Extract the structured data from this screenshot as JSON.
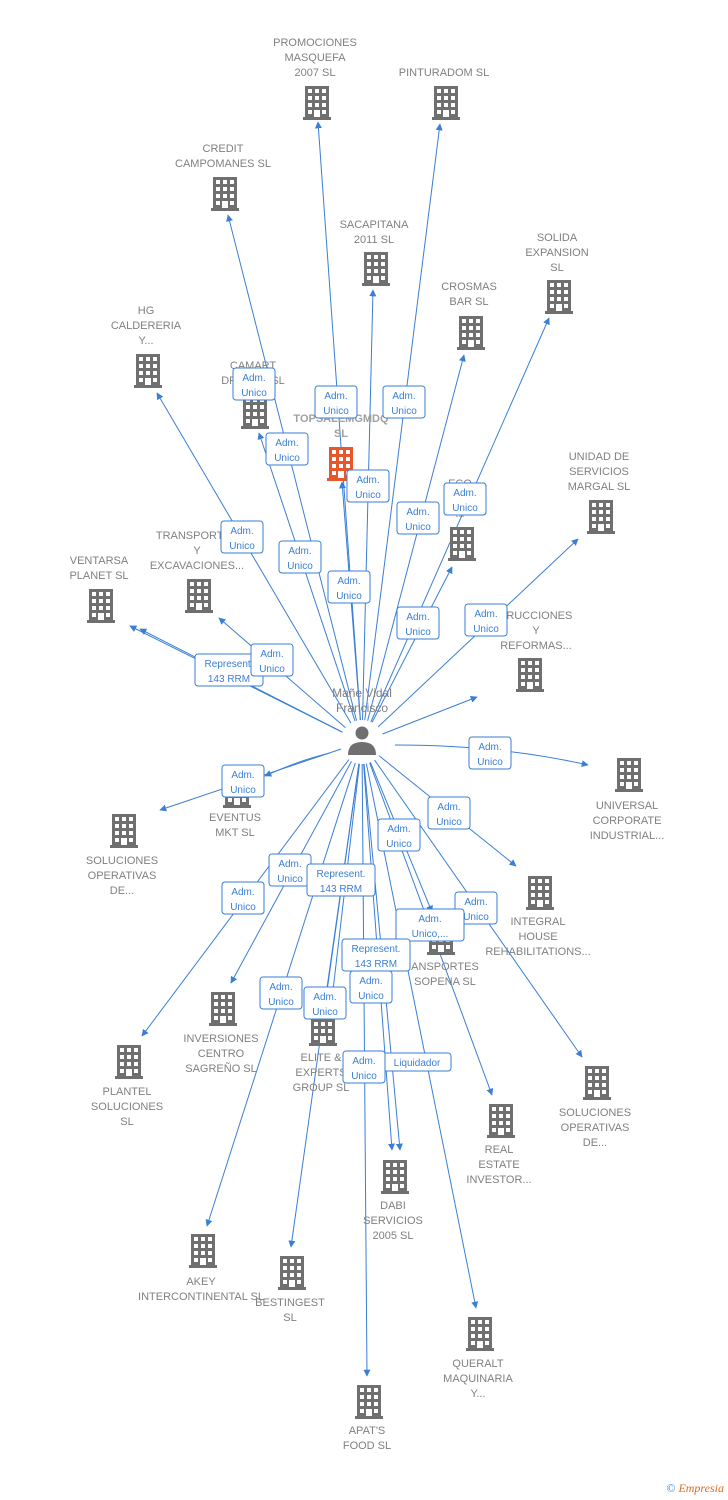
{
  "center": {
    "name_line1": "Mañe Vidal",
    "name_line2": "Francisco",
    "icon": "person-icon"
  },
  "highlight_company": {
    "name_line1": "TOPSALEMGMDQ",
    "name_line2": "SL",
    "color": "#e8572a",
    "icon": "building-icon"
  },
  "colors": {
    "edge": "#3a7fd5",
    "building": "#6f6f6f",
    "label": "#808080"
  },
  "companies": [
    {
      "id": "promociones-masquefa",
      "name": [
        "PROMOCIONES",
        "MASQUEFA",
        "2007 SL"
      ]
    },
    {
      "id": "pinturadom",
      "name": [
        "PINTURADOM SL"
      ]
    },
    {
      "id": "credit-campomanes",
      "name": [
        "CREDIT",
        "CAMPOMANES SL"
      ]
    },
    {
      "id": "sacapitana",
      "name": [
        "SACAPITANA",
        "2011 SL"
      ]
    },
    {
      "id": "solida-expansion",
      "name": [
        "SOLIDA",
        "EXPANSION",
        "SL"
      ]
    },
    {
      "id": "crosmas-bar",
      "name": [
        "CROSMAS",
        "BAR SL"
      ]
    },
    {
      "id": "hg-caldereria",
      "name": [
        "HG",
        "CALDERERIA",
        "Y..."
      ]
    },
    {
      "id": "camart-dreams",
      "name": [
        "CAMART",
        "DREAMS SL"
      ]
    },
    {
      "id": "eco",
      "name": [
        "ECO",
        "A...",
        "..."
      ]
    },
    {
      "id": "unidad-servicios-margal",
      "name": [
        "UNIDAD DE",
        "SERVICIOS",
        "MARGAL SL"
      ]
    },
    {
      "id": "transportes-excavaciones",
      "name": [
        "TRANSPORTES",
        "Y",
        "EXCAVACIONES..."
      ]
    },
    {
      "id": "ventarsa-planet",
      "name": [
        "VENTARSA",
        "PLANET SL"
      ]
    },
    {
      "id": "construcciones-reformas",
      "name": [
        "TRUCCIONES",
        "Y",
        "REFORMAS..."
      ]
    },
    {
      "id": "universal-corporate",
      "name": [
        "UNIVERSAL",
        "CORPORATE",
        "INDUSTRIAL..."
      ]
    },
    {
      "id": "eventus-mkt",
      "name": [
        "EVENTUS",
        "MKT  SL"
      ]
    },
    {
      "id": "soluciones-operativas-1",
      "name": [
        "SOLUCIONES",
        "OPERATIVAS",
        "DE..."
      ]
    },
    {
      "id": "integral-house",
      "name": [
        "INTEGRAL",
        "HOUSE",
        "REHABILITATIONS..."
      ]
    },
    {
      "id": "transportes-sopena",
      "name": [
        "ANSPORTES",
        "SOPENA SL"
      ]
    },
    {
      "id": "inversiones-sagreno",
      "name": [
        "INVERSIONES",
        "CENTRO",
        "SAGREÑO  SL"
      ]
    },
    {
      "id": "elite-experts",
      "name": [
        "ELITE &",
        "EXPERTS",
        "GROUP  SL"
      ]
    },
    {
      "id": "plantel-soluciones",
      "name": [
        "PLANTEL",
        "SOLUCIONES",
        "SL"
      ]
    },
    {
      "id": "soluciones-operativas-2",
      "name": [
        "SOLUCIONES",
        "OPERATIVAS",
        "DE..."
      ]
    },
    {
      "id": "real-estate-investor",
      "name": [
        "REAL",
        "ESTATE",
        "INVESTOR..."
      ]
    },
    {
      "id": "dabi-servicios",
      "name": [
        "DABI",
        "SERVICIOS",
        "2005 SL"
      ]
    },
    {
      "id": "akey-intercontinental",
      "name": [
        "AKEY",
        "INTERCONTINENTAL SL"
      ]
    },
    {
      "id": "bestingest",
      "name": [
        "BESTINGEST",
        "SL"
      ]
    },
    {
      "id": "queralt-maquinaria",
      "name": [
        "QUERALT",
        "MAQUINARIA",
        "Y..."
      ]
    },
    {
      "id": "apats-food",
      "name": [
        "APAT'S",
        "FOOD  SL"
      ]
    }
  ],
  "relations": [
    {
      "to": "promociones-masquefa",
      "labels": [
        "Adm.",
        "Unico"
      ]
    },
    {
      "to": "pinturadom",
      "labels": [
        "Adm.",
        "Unico"
      ]
    },
    {
      "to": "credit-campomanes",
      "labels": [
        "Adm.",
        "Unico"
      ]
    },
    {
      "to": "sacapitana",
      "labels": [
        "Adm.",
        "Unico"
      ]
    },
    {
      "to": "solida-expansion",
      "labels": [
        "Adm.",
        "Unico"
      ]
    },
    {
      "to": "crosmas-bar",
      "labels": [
        "Adm.",
        "Unico"
      ]
    },
    {
      "to": "hg-caldereria",
      "labels": [
        "Adm.",
        "Unico"
      ]
    },
    {
      "to": "camart-dreams",
      "labels": [
        "Adm.",
        "Unico"
      ]
    },
    {
      "to": "eco",
      "labels": [
        "Adm.",
        "Unico"
      ]
    },
    {
      "to": "topsale",
      "labels": [
        "Adm.",
        "Unico"
      ]
    },
    {
      "to": "unidad-servicios-margal",
      "labels": [
        "Adm.",
        "Unico"
      ]
    },
    {
      "to": "transportes-excavaciones",
      "labels": [
        "Adm.",
        "Unico"
      ]
    },
    {
      "to": "ventarsa-planet",
      "labels": [
        "Represent.",
        "143 RRM"
      ]
    },
    {
      "to": "construcciones-reformas",
      "labels": [
        "Adm.",
        "Unico"
      ]
    },
    {
      "to": "universal-corporate",
      "labels": [
        "Adm.",
        "Unico"
      ]
    },
    {
      "to": "eventus-mkt",
      "labels": [
        "Adm.",
        "Unico"
      ]
    },
    {
      "to": "soluciones-operativas-1",
      "labels": [
        "Adm.",
        "Unico"
      ]
    },
    {
      "to": "integral-house",
      "labels": [
        "Adm.",
        "Unico"
      ]
    },
    {
      "to": "transportes-sopena",
      "labels": [
        "Adm.",
        "Unico,..."
      ]
    },
    {
      "to": "inversiones-sagreno",
      "labels": [
        "Adm.",
        "Unico"
      ]
    },
    {
      "to": "elite-experts",
      "labels": [
        "Represent.",
        "143 RRM"
      ]
    },
    {
      "to": "plantel-soluciones",
      "labels": [
        "Adm.",
        "Unico"
      ]
    },
    {
      "to": "soluciones-operativas-2",
      "labels": [
        "Adm.",
        "Unico"
      ]
    },
    {
      "to": "real-estate-investor",
      "labels": [
        "Adm.",
        "Unico"
      ]
    },
    {
      "to": "dabi-servicios",
      "labels": [
        "Represent.",
        "143 RRM"
      ]
    },
    {
      "to": "dabi-servicios-2",
      "labels": [
        "Liquidador"
      ]
    },
    {
      "to": "akey-intercontinental",
      "labels": [
        "Adm.",
        "Unico"
      ]
    },
    {
      "to": "bestingest",
      "labels": [
        "Adm.",
        "Unico"
      ]
    },
    {
      "to": "queralt-maquinaria",
      "labels": [
        "Adm.",
        "Unico"
      ]
    },
    {
      "to": "apats-food",
      "labels": [
        "Adm.",
        "Unico"
      ]
    },
    {
      "to": "elite-experts-2",
      "labels": [
        "Adm.",
        "Unico"
      ]
    },
    {
      "to": "ventarsa-2",
      "labels": [
        "Adm.",
        "Unico"
      ]
    }
  ],
  "copyright": {
    "symbol": "©",
    "brand": "Empresia"
  }
}
